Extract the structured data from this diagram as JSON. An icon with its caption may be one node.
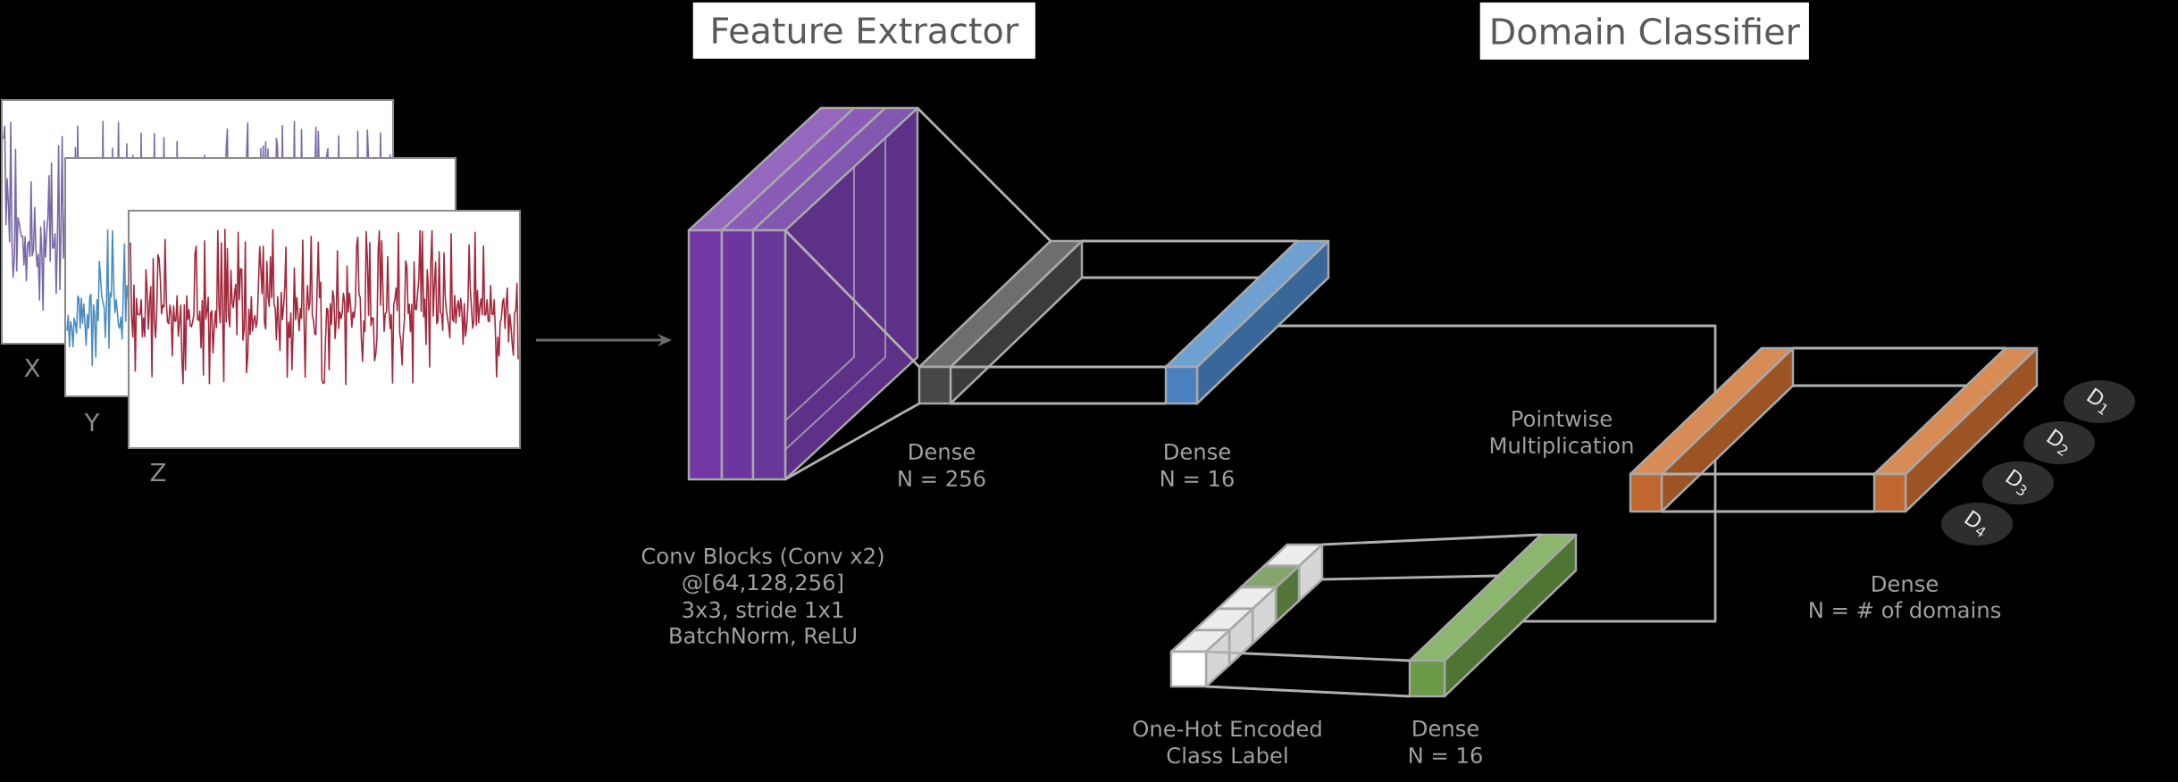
{
  "diagram": {
    "nodes": [
      {
        "text": [
          "Feature Extractor"
        ]
      },
      {
        "text": [
          "Domain Classifier"
        ]
      },
      {
        "text": [],
        "shape": "picture",
        "beside": [
          "X"
        ]
      },
      {
        "text": [],
        "shape": "picture",
        "beside": [
          "Y"
        ]
      },
      {
        "text": [],
        "shape": "picture",
        "beside": [
          "Z"
        ]
      },
      {
        "text": [],
        "shape": "box",
        "beside": [
          "Conv Blocks (Conv x2)",
          "@[64,128,256]",
          "3x3, stride 1x1",
          "BatchNorm, ReLU"
        ]
      },
      {
        "text": [],
        "shape": "bar",
        "beside": [
          "Dense",
          "N = 256"
        ]
      },
      {
        "text": [],
        "shape": "bar",
        "beside": [
          "Dense",
          "N = 16"
        ]
      },
      {
        "text": [],
        "shape": "bar",
        "beside": [
          "One-Hot Encoded Class Label"
        ]
      },
      {
        "text": [],
        "shape": "bar",
        "beside": [
          "Dense",
          "N = 16"
        ]
      },
      {
        "text": [],
        "shape": "bar",
        "beside": [
          "Pointwise Multiplication"
        ]
      },
      {
        "text": [],
        "shape": "bar",
        "beside": [
          "Dense",
          "N = # of domains"
        ]
      },
      {
        "text": [
          "D$_{1}$"
        ]
      },
      {
        "text": [
          "D$_{2}$"
        ]
      },
      {
        "text": [
          "D$_{3}$"
        ]
      },
      {
        "text": [
          "D$_{4}$"
        ]
      }
    ],
    "edges": [
      {
        "from": 4,
        "to": 5,
        "arrow": "to",
        "color": "#6b6b6b"
      },
      {
        "from": 5,
        "to": 6,
        "arrow": "none"
      },
      {
        "from": 5,
        "to": 6,
        "arrow": "none"
      },
      {
        "from": 5,
        "to": 6,
        "arrow": "none"
      },
      {
        "from": 6,
        "to": 7,
        "arrow": "none"
      },
      {
        "from": 6,
        "to": 7,
        "arrow": "none"
      },
      {
        "from": 6,
        "to": 7,
        "arrow": "none"
      },
      {
        "from": 6,
        "to": 7,
        "arrow": "none"
      },
      {
        "from": 7,
        "to": 10,
        "arrow": "none"
      },
      {
        "from": 8,
        "to": 9,
        "arrow": "none"
      },
      {
        "from": 8,
        "to": 9,
        "arrow": "none"
      },
      {
        "from": 8,
        "to": 9,
        "arrow": "none"
      },
      {
        "from": 8,
        "to": 9,
        "arrow": "none"
      },
      {
        "from": 9,
        "to": 10,
        "arrow": "none"
      },
      {
        "from": 10,
        "to": 11,
        "arrow": "none"
      },
      {
        "from": 10,
        "to": 11,
        "arrow": "none"
      },
      {
        "from": 10,
        "to": 11,
        "arrow": "none"
      },
      {
        "from": 10,
        "to": 11,
        "arrow": "none"
      }
    ]
  }
}
